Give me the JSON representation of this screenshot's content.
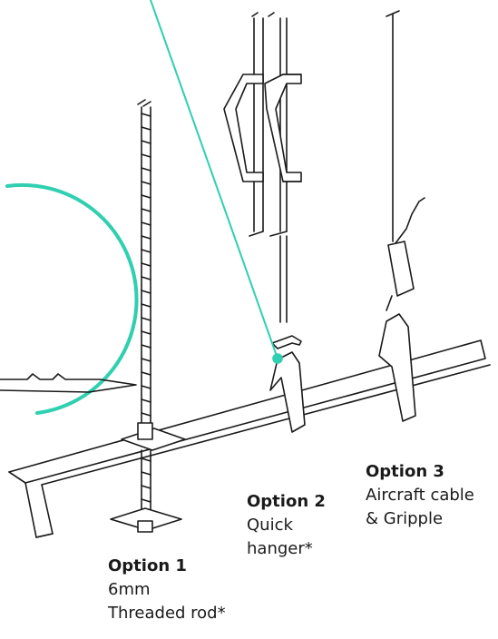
{
  "colors": {
    "line": "#1a1a1a",
    "accent": "#2fcfb0",
    "fill": "#ffffff"
  },
  "options": [
    {
      "title": "Option 1",
      "lines": [
        "6mm",
        "Threaded rod*"
      ]
    },
    {
      "title": "Option 2",
      "lines": [
        "Quick",
        "hanger*"
      ]
    },
    {
      "title": "Option 3",
      "lines": [
        "Aircraft cable",
        "& Gripple"
      ]
    }
  ]
}
